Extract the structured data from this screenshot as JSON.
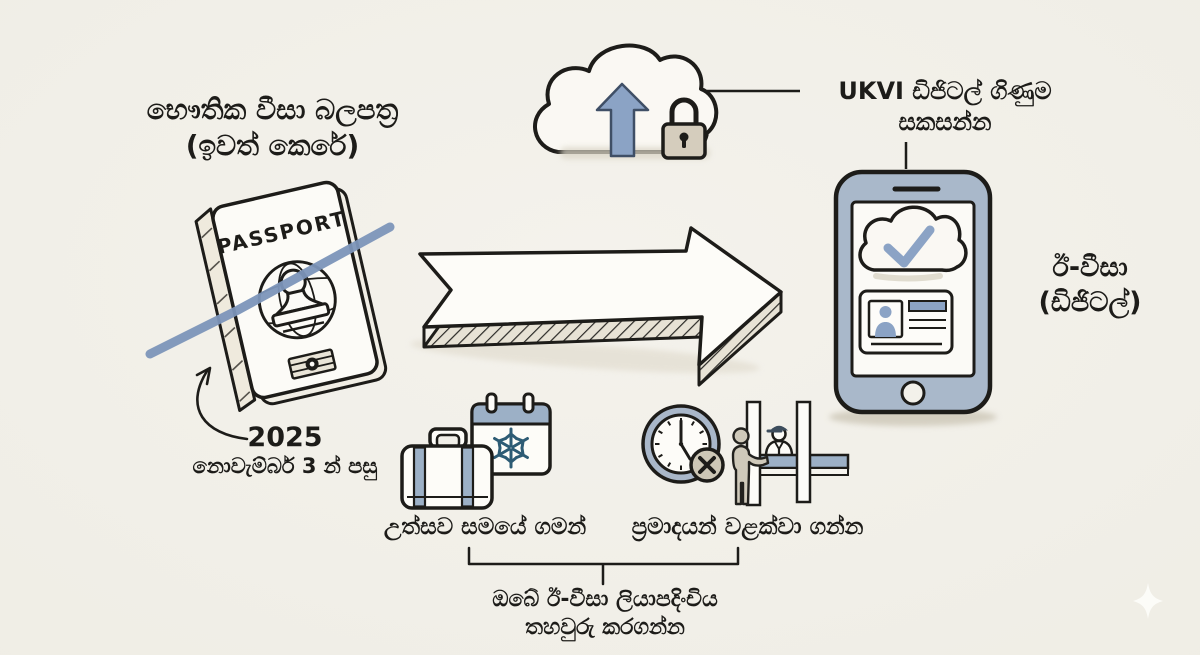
{
  "meta": {
    "background_color": "#f1efe8",
    "ink_color": "#1d1c19",
    "accent_blue": "#8ba3c5",
    "accent_blue_light": "#9cb0c6",
    "phone_frame_blue": "#a9b8ca",
    "snowflake_blue": "#2d5b74",
    "tan": "#cdc7b6"
  },
  "old_visa": {
    "title_line1": "භෞතික වීසා බලපත්‍ර",
    "title_line2": "(ඉවත් කෙරේ)",
    "passport_label": "PASSPORT",
    "effective_year": "2025",
    "effective_date": "නොවැම්බර් 3 න් පසු"
  },
  "ukvi_account": {
    "label_line1": "UKVI ඩිජිටල් ගිණුම",
    "label_line2": "සකසන්න"
  },
  "evisa": {
    "label_line1": "ඊ-වීසා",
    "label_line2": "(ඩිජිටල්)"
  },
  "reasons": {
    "travel_label": "උත්සව සමයේ ගමන්",
    "delays_label": "ප්‍රමාදයන් වළක්වා ගන්න"
  },
  "footer": {
    "line1": "ඔබේ ඊ-වීසා ලියාපදිංචිය",
    "line2": "තහවුරු කරගන්න"
  }
}
